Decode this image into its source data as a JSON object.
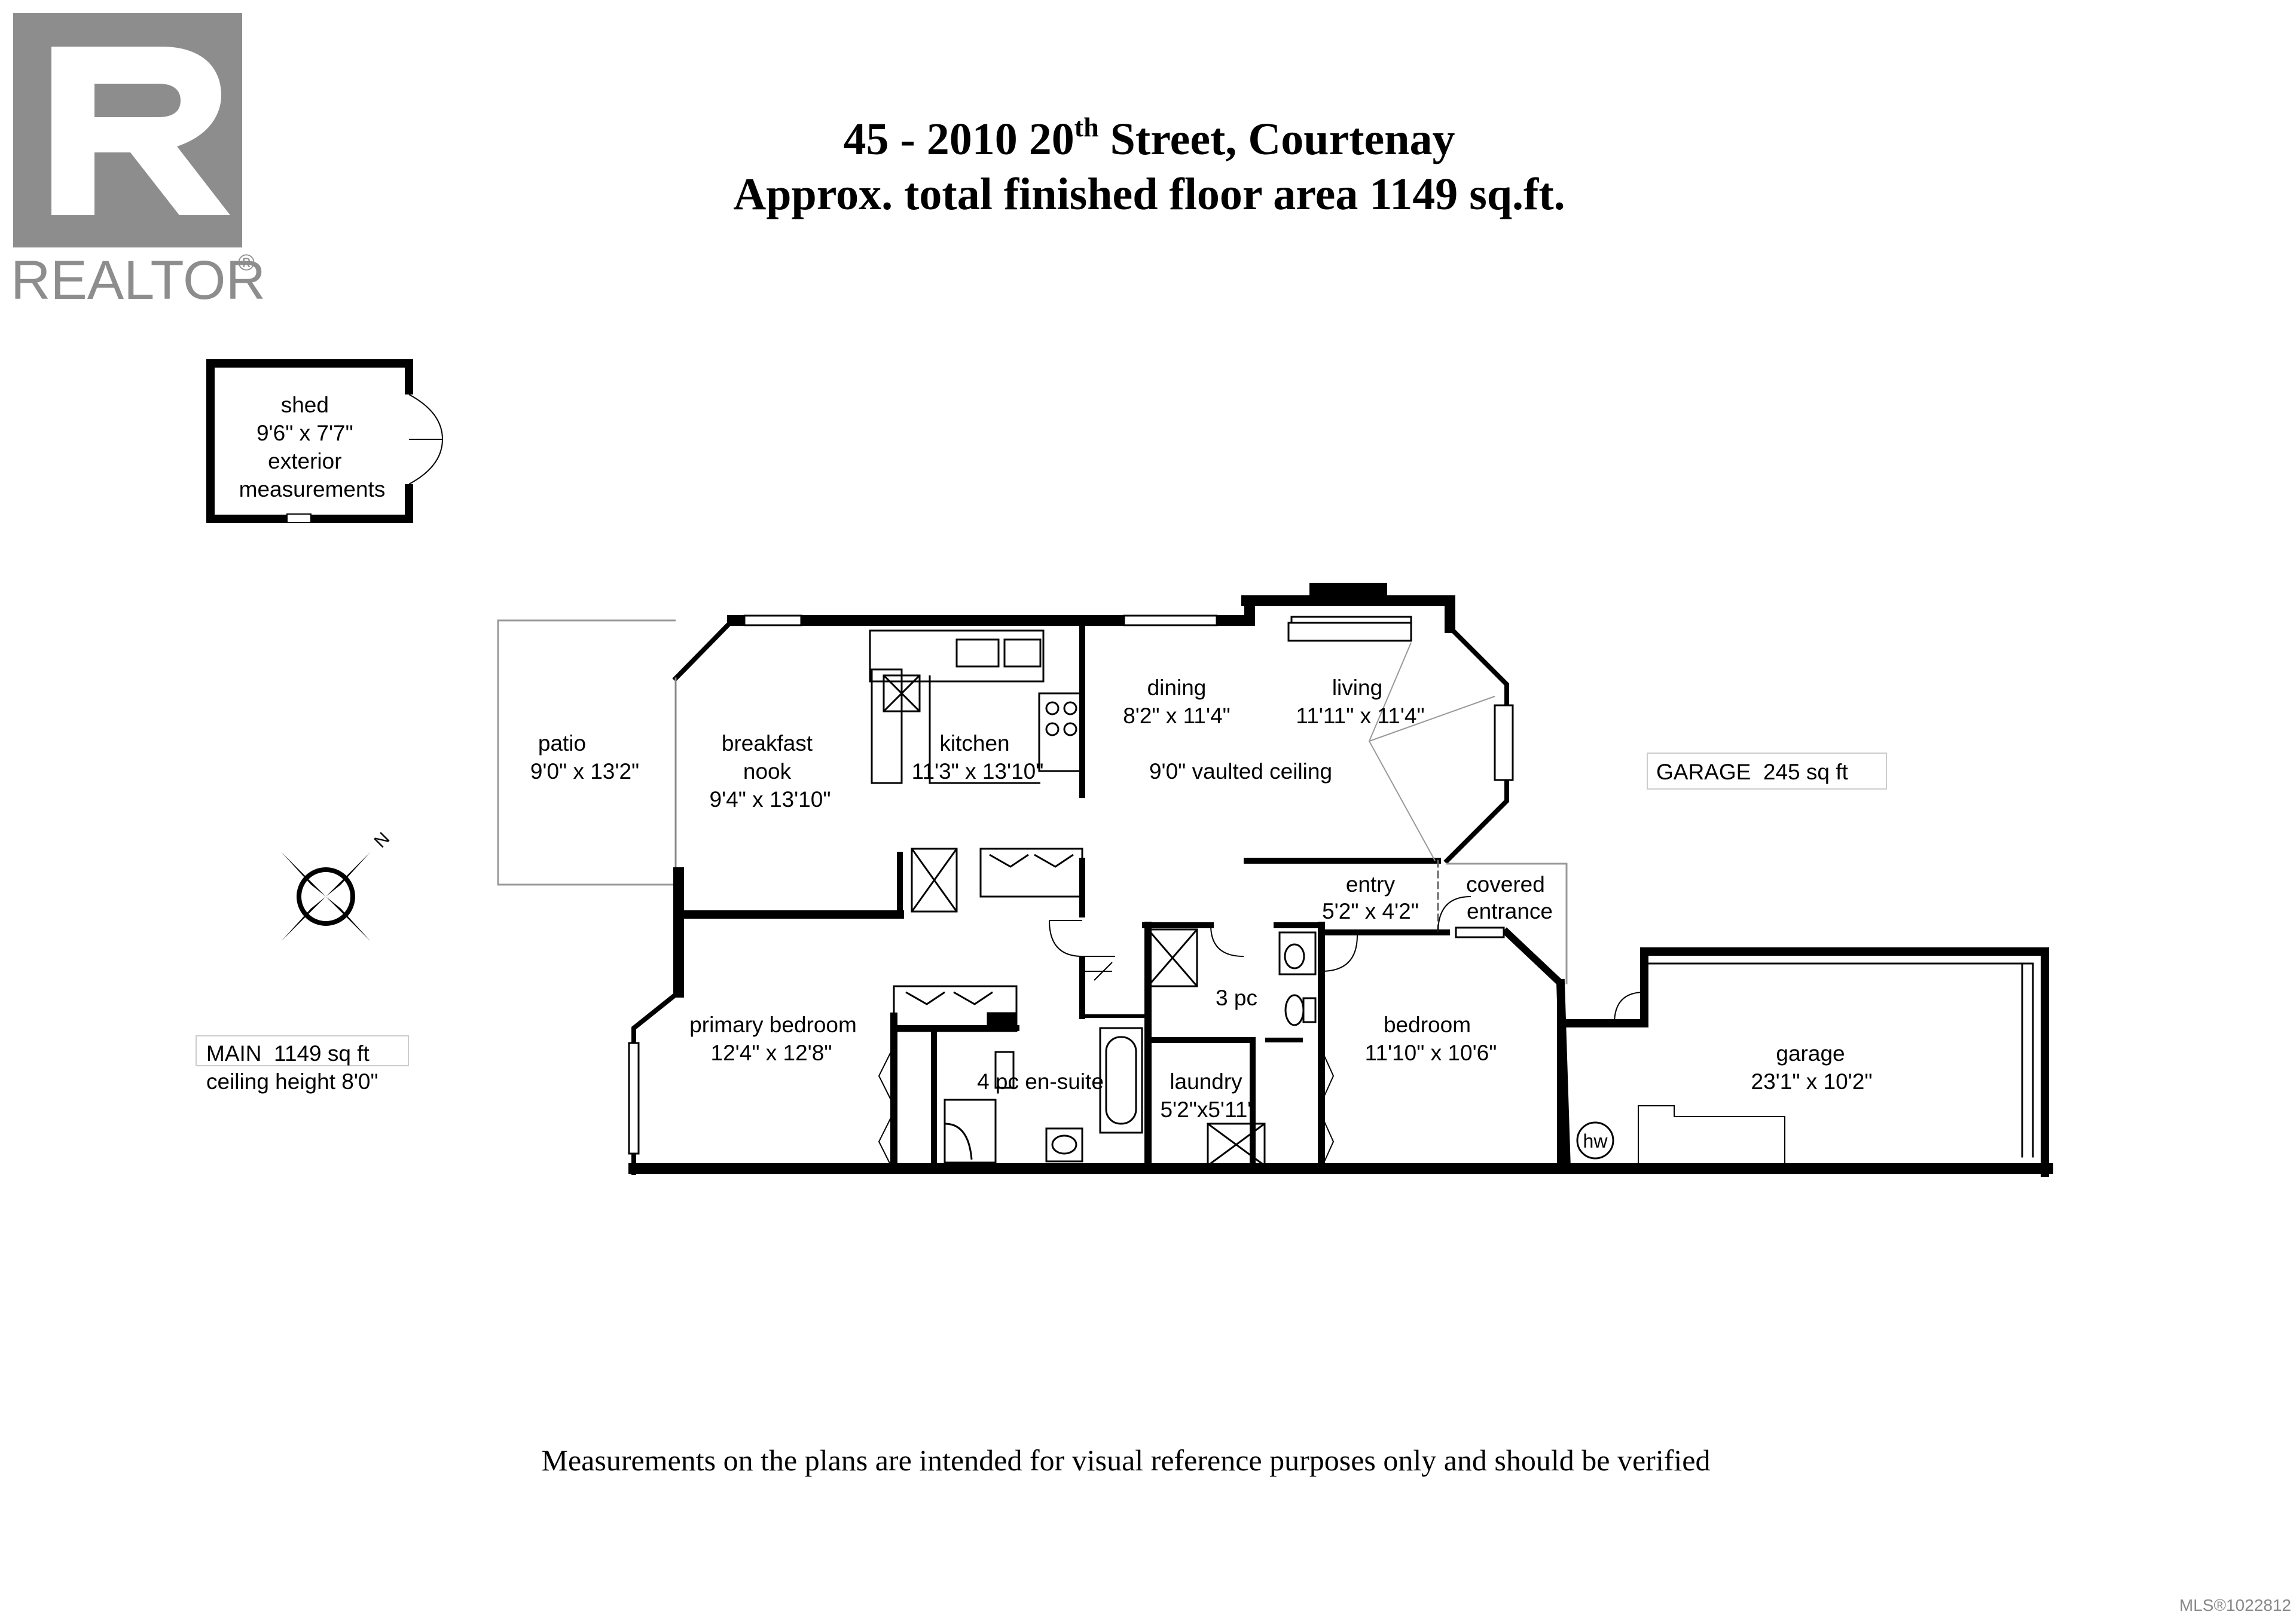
{
  "header": {
    "address": "45 - 2010 20",
    "address_sup": "th",
    "address_rest": " Street, Courtenay",
    "area_line": "Approx. total finished floor area 1149 sq.ft."
  },
  "logo": {
    "text": "REALTOR",
    "mark": "®"
  },
  "compass": {
    "label": "N"
  },
  "shed": {
    "lines": [
      "shed",
      "9'6\" x 7'7\"",
      "exterior",
      "measurements"
    ]
  },
  "rooms": {
    "patio": [
      "patio",
      "9'0\" x 13'2\""
    ],
    "nook": [
      "breakfast",
      "nook",
      "9'4\" x 13'10\""
    ],
    "kitchen": [
      "kitchen",
      "11'3\" x 13'10\""
    ],
    "dining": [
      "dining",
      "8'2\" x 11'4\""
    ],
    "living": [
      "living",
      "11'11\" x 11'4\""
    ],
    "vaulted": "9'0\" vaulted ceiling",
    "entry": [
      "entry",
      "5'2\" x 4'2\""
    ],
    "covered": [
      "covered",
      "entrance"
    ],
    "primary": [
      "primary bedroom",
      "12'4\" x 12'8\""
    ],
    "ensuite": "4 pc en-suite",
    "bath3": "3 pc",
    "laundry": [
      "laundry",
      "5'2\"x5'11\""
    ],
    "bedroom": [
      "bedroom",
      "11'10\" x 10'6\""
    ],
    "garage": [
      "garage",
      "23'1\" x 10'2\""
    ],
    "hw": "hw"
  },
  "garage_label": "GARAGE  245 sq ft",
  "main_label": [
    "MAIN  1149 sq ft",
    "ceiling height 8'0\""
  ],
  "footer": "Measurements on the plans are intended for visual reference purposes only and should be verified",
  "mls": "MLS®1022812"
}
